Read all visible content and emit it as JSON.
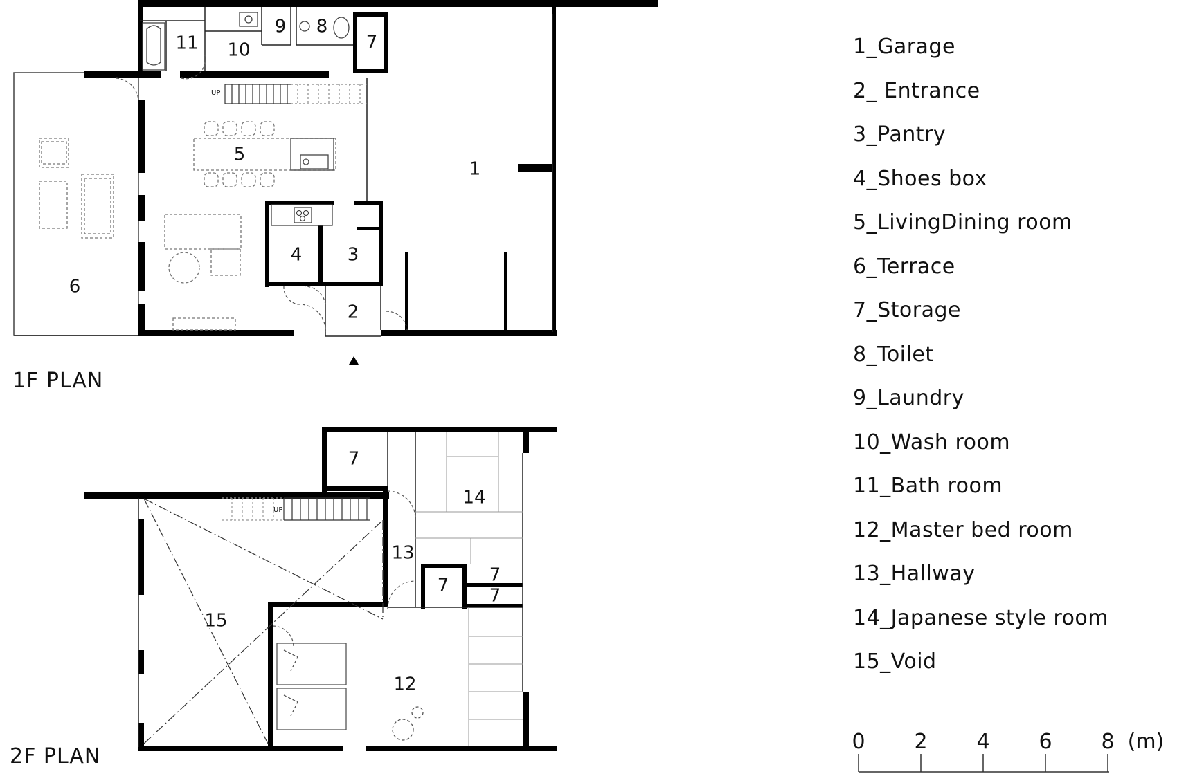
{
  "plans": {
    "first_floor_title": "1F PLAN",
    "second_floor_title": "2F PLAN"
  },
  "room_numbers_1f": {
    "garage": "1",
    "entrance": "2",
    "pantry": "3",
    "shoes_box": "4",
    "living_dining": "5",
    "terrace": "6",
    "storage": "7",
    "toilet": "8",
    "laundry": "9",
    "wash_room": "10",
    "bath_room": "11"
  },
  "room_numbers_2f": {
    "storage_top": "7",
    "storage_mid": "7",
    "storage_right_upper": "7",
    "storage_right_lower": "7",
    "master_bed": "12",
    "hallway": "13",
    "japanese_room": "14",
    "void": "15"
  },
  "stair_labels": {
    "up_1f": "UP",
    "up_2f": "UP"
  },
  "legend": [
    "1_Garage",
    "2_ Entrance",
    "3_Pantry",
    "4_Shoes box",
    "5_LivingDining room",
    "6_Terrace",
    "7_Storage",
    "8_Toilet",
    "9_Laundry",
    "10_Wash room",
    "11_Bath room",
    "12_Master bed room",
    "13_Hallway",
    "14_Japanese style room",
    "15_Void"
  ],
  "scale_bar": {
    "ticks": [
      "0",
      "2",
      "4",
      "6",
      "8"
    ],
    "unit": "(m)"
  }
}
